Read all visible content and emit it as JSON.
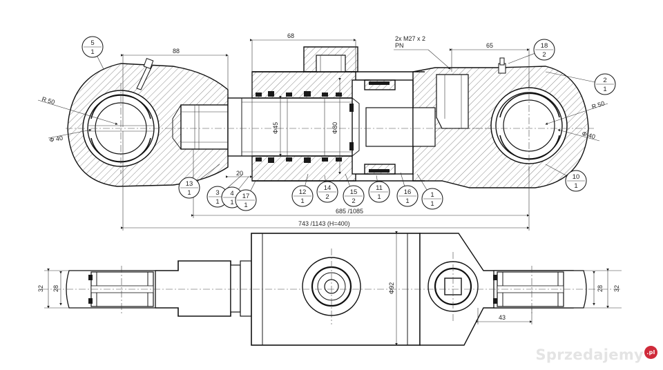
{
  "dimensions": {
    "d68": "68",
    "d88": "88",
    "thread": "2x M27 x 2",
    "pn": "PN",
    "d65": "65",
    "r50_left": "R 50",
    "r50_right": "R 50",
    "phi40_left": "Φ 40",
    "phi40_right": "Φ 40",
    "phi45": "Φ45",
    "phi80": "Φ80",
    "d20": "20",
    "d685": "685 /1085",
    "d743": "743 /1143  (H=400)",
    "phi92": "Φ92",
    "d32_left": "32",
    "d28_left": "28",
    "d28_right": "28",
    "d32_right": "32",
    "d43": "43"
  },
  "balloons": [
    {
      "num": "5",
      "qty": "1"
    },
    {
      "num": "18",
      "qty": "2"
    },
    {
      "num": "2",
      "qty": "1"
    },
    {
      "num": "10",
      "qty": "1"
    },
    {
      "num": "13",
      "qty": "1"
    },
    {
      "num": "3",
      "qty": "1"
    },
    {
      "num": "4",
      "qty": "1"
    },
    {
      "num": "17",
      "qty": "1"
    },
    {
      "num": "12",
      "qty": "1"
    },
    {
      "num": "14",
      "qty": "2"
    },
    {
      "num": "15",
      "qty": "2"
    },
    {
      "num": "11",
      "qty": "1"
    },
    {
      "num": "16",
      "qty": "1"
    },
    {
      "num": "1",
      "qty": "1"
    }
  ],
  "watermark": {
    "text": "Sprzedajemy",
    "badge": ".pl"
  }
}
